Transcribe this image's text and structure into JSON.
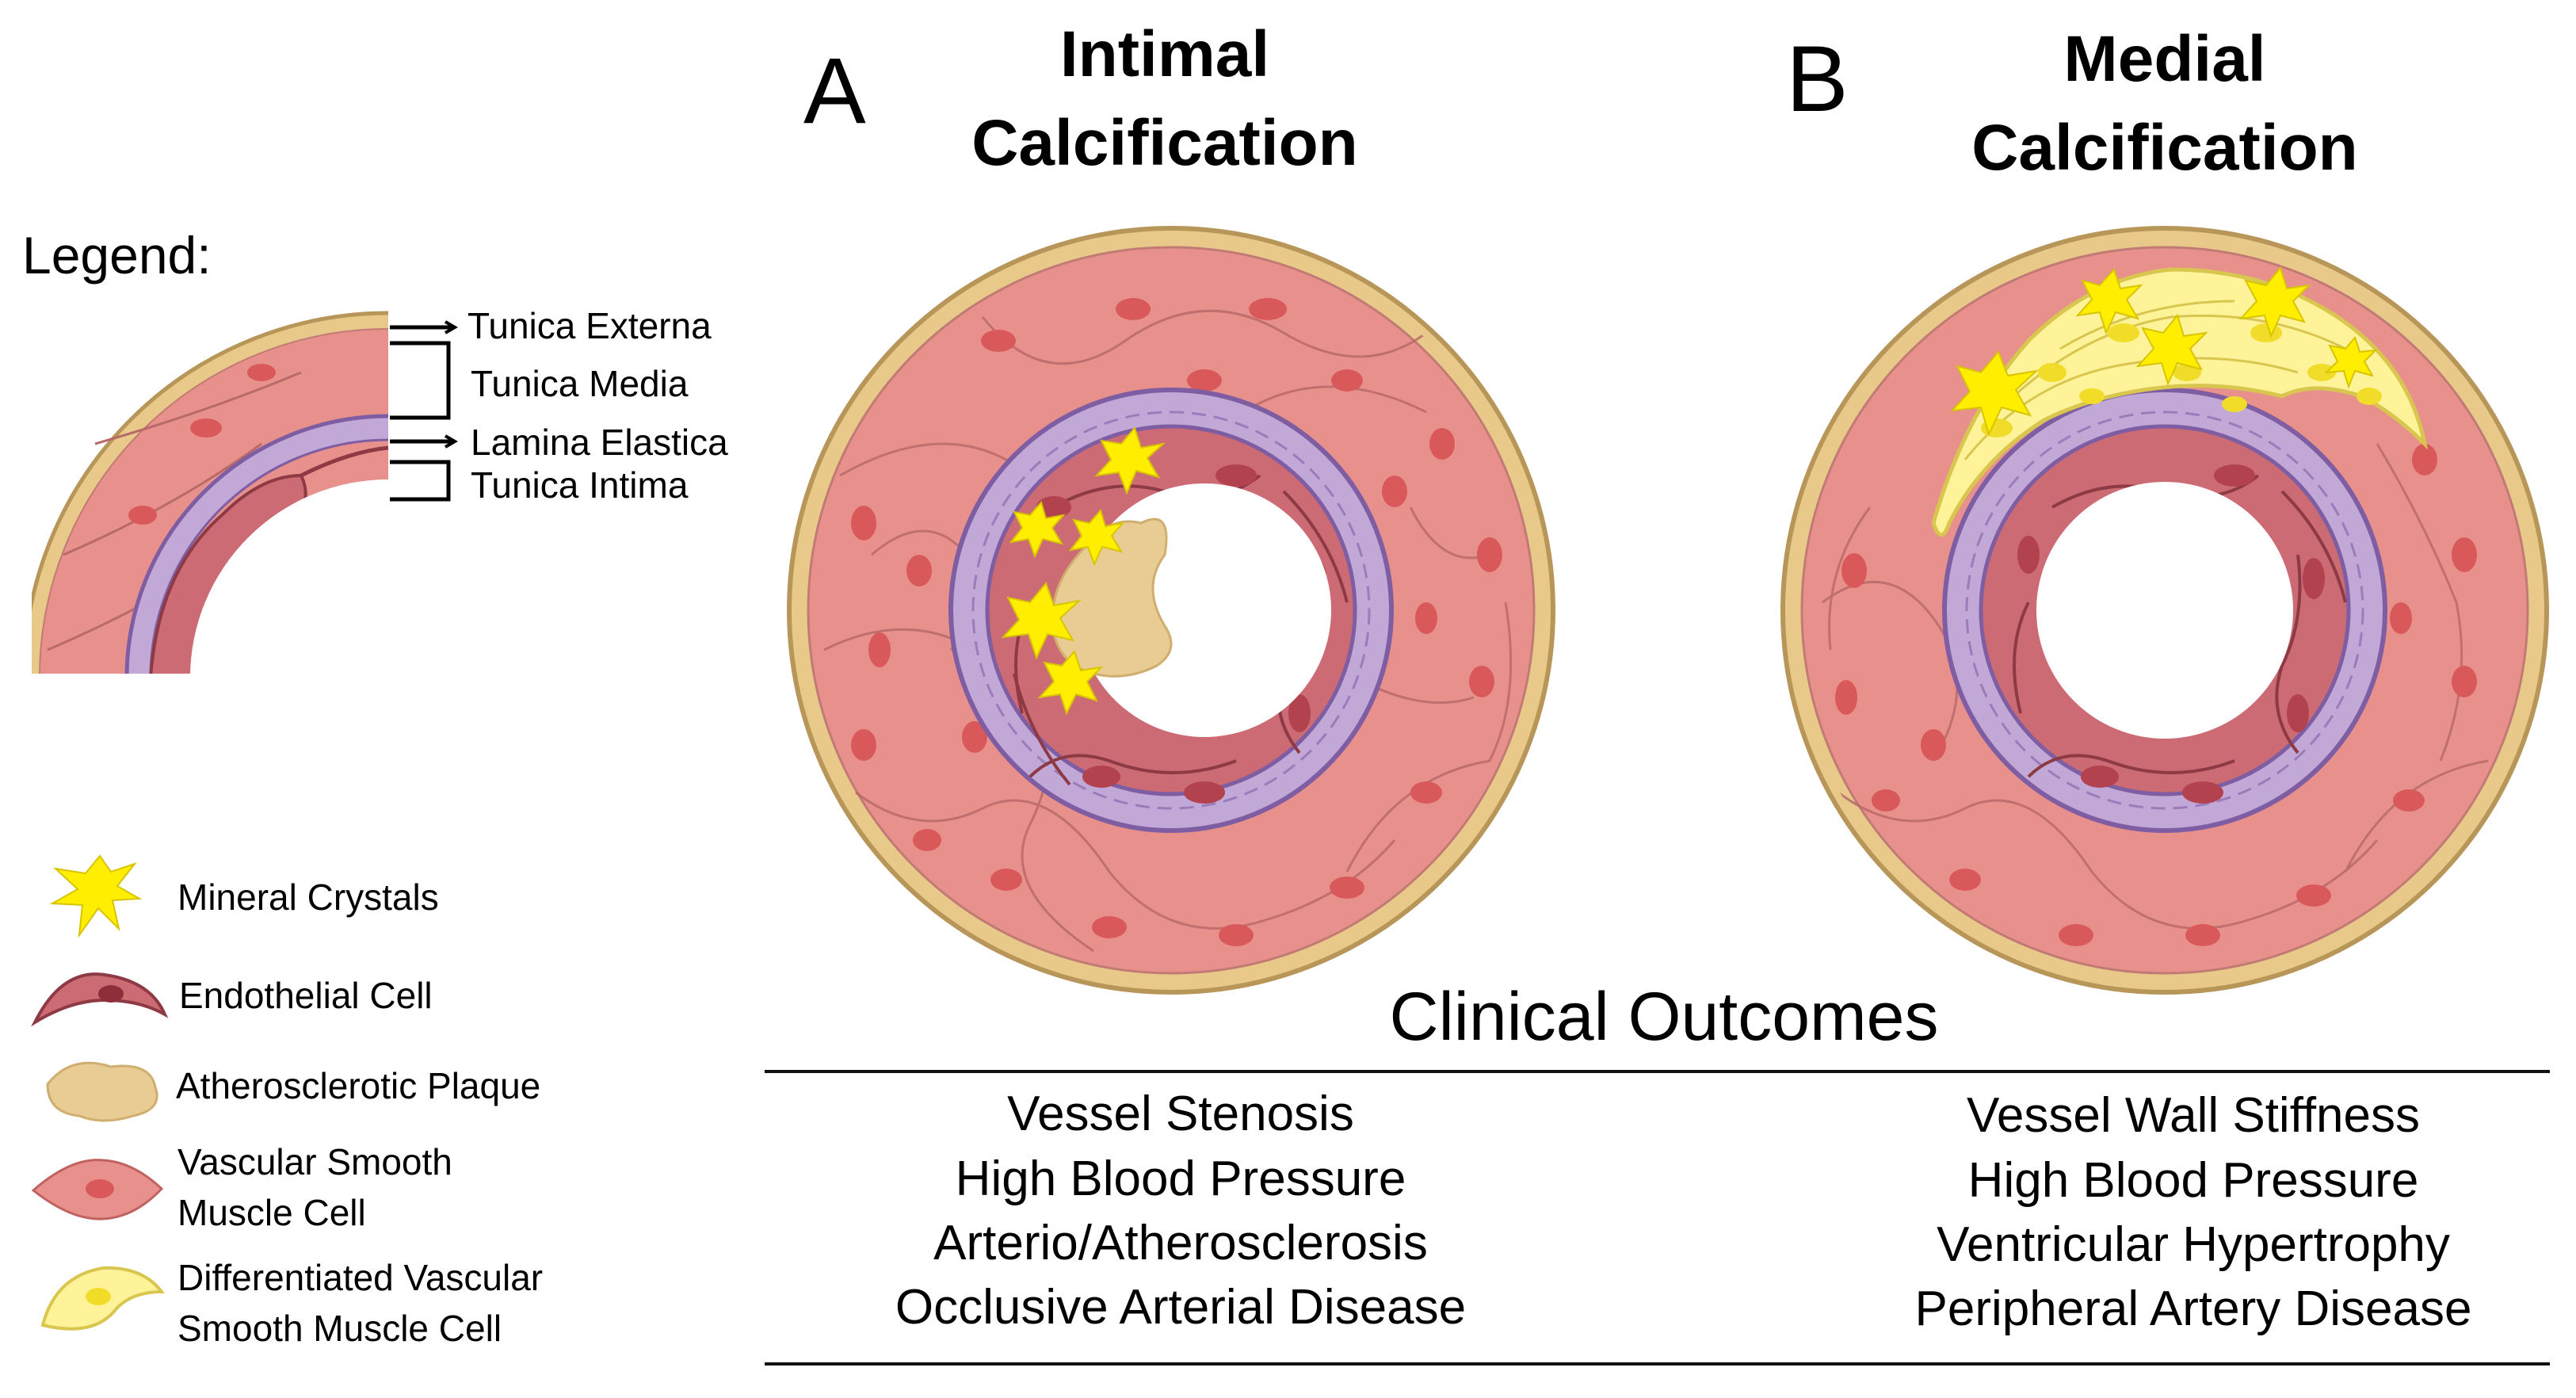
{
  "panels": {
    "a": {
      "letter": "A",
      "title_line1": "Intimal",
      "title_line2": "Calcification"
    },
    "b": {
      "letter": "B",
      "title_line1": "Medial",
      "title_line2": "Calcification"
    }
  },
  "legend": {
    "heading": "Legend:",
    "layers": [
      {
        "label": "Tunica Externa"
      },
      {
        "label": "Tunica Media"
      },
      {
        "label": "Lamina Elastica"
      },
      {
        "label": "Tunica Intima"
      }
    ],
    "symbols": [
      {
        "icon": "mineral-crystal-icon",
        "label_line1": "Mineral Crystals",
        "label_line2": ""
      },
      {
        "icon": "endothelial-cell-icon",
        "label_line1": "Endothelial Cell",
        "label_line2": ""
      },
      {
        "icon": "atherosclerotic-plaque-icon",
        "label_line1": "Atherosclerotic Plaque",
        "label_line2": ""
      },
      {
        "icon": "vascular-smooth-muscle-cell-icon",
        "label_line1": "Vascular Smooth",
        "label_line2": "Muscle Cell"
      },
      {
        "icon": "differentiated-vsmc-icon",
        "label_line1": "Differentiated Vascular",
        "label_line2": "Smooth Muscle Cell"
      }
    ]
  },
  "clinical_outcomes": {
    "title": "Clinical Outcomes",
    "intimal": [
      "Vessel Stenosis",
      "High Blood Pressure",
      "Arterio/Atherosclerosis",
      "Occlusive Arterial Disease"
    ],
    "medial": [
      "Vessel Wall Stiffness",
      "High Blood Pressure",
      "Ventricular Hypertrophy",
      "Peripheral Artery Disease"
    ]
  },
  "colors": {
    "externa": "#e8c98a",
    "externa_stroke": "#b8965a",
    "media": "#e8918c",
    "media_cell": "#d9595b",
    "lamina": "#c2a8d6",
    "lamina_stroke": "#7e5da3",
    "intima": "#cc6b73",
    "intima_stroke": "#8e3a45",
    "plaque": "#e9cc93",
    "crystal": "#ffee00",
    "differentiated": "#fff39a"
  }
}
